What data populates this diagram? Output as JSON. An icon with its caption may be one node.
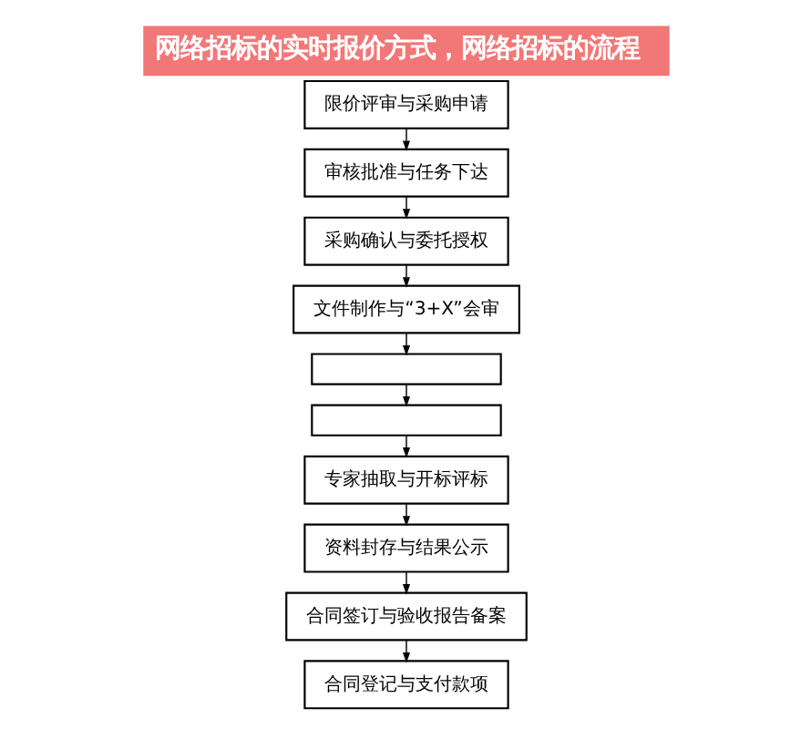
{
  "diagram": {
    "title": "网络招标的实时报价方式，网络招标的流程",
    "nodes": [
      {
        "text": [
          "限价评审与采购申请"
        ]
      },
      {
        "text": [
          "审核批准与任务下达"
        ]
      },
      {
        "text": [
          "采购确认与委托授权"
        ]
      },
      {
        "text": [
          "文件制作与“3+X”会审"
        ]
      },
      {
        "text": [],
        "shape": "box"
      },
      {
        "text": [],
        "shape": "box"
      },
      {
        "text": [
          "专家抽取与开标评标"
        ]
      },
      {
        "text": [
          "资料封存与结果公示"
        ]
      },
      {
        "text": [
          "合同签订与验收报告备案"
        ]
      },
      {
        "text": [
          "合同登记与支付款项"
        ]
      }
    ],
    "edges": [
      {
        "from": 0,
        "to": 1,
        "arrow": "to"
      },
      {
        "from": 1,
        "to": 2,
        "arrow": "to"
      },
      {
        "from": 2,
        "to": 3,
        "arrow": "to"
      },
      {
        "from": 3,
        "to": 4,
        "arrow": "to"
      },
      {
        "from": 4,
        "to": 5,
        "arrow": "to"
      },
      {
        "from": 5,
        "to": 6,
        "arrow": "to"
      },
      {
        "from": 6,
        "to": 7,
        "arrow": "to"
      },
      {
        "from": 7,
        "to": 8,
        "arrow": "to"
      },
      {
        "from": 8,
        "to": 9,
        "arrow": "to"
      }
    ]
  }
}
